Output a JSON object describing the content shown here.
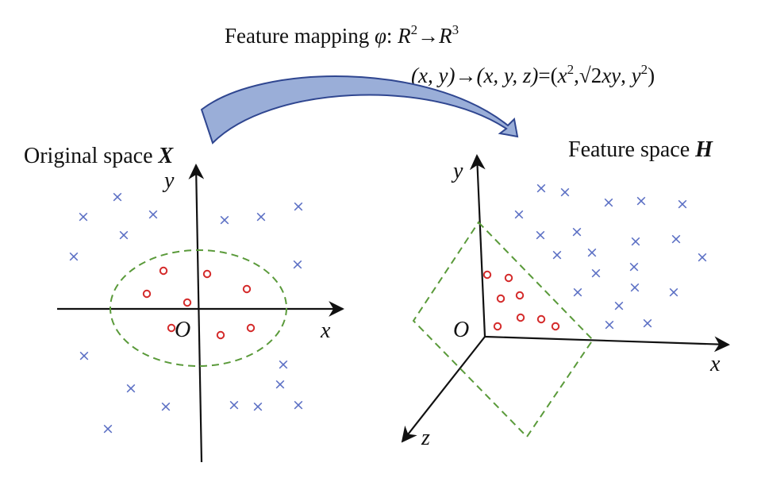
{
  "title": {
    "line1_prefix": "Feature mapping ",
    "line1_phi": "φ",
    "line1_colon": ": ",
    "line1_R1": "R",
    "line1_sup1": "2",
    "line1_arrow": "→",
    "line1_R2": "R",
    "line1_sup2": "3",
    "line2_lhs": "(x, y)",
    "line2_arrow": "→",
    "line2_mid": "(x, y, z)",
    "line2_eq": "=(",
    "line2_x": "x",
    "line2_sup_a": "2",
    "line2_comma1": ",",
    "line2_sqrt2": "√2",
    "line2_xy": "xy",
    "line2_comma2": ", ",
    "line2_y": "y",
    "line2_sup_b": "2",
    "line2_close": ")"
  },
  "left_panel": {
    "label_text": "Original space ",
    "label_symbol": "X",
    "axis_x": "x",
    "axis_y": "y",
    "origin": "O"
  },
  "right_panel": {
    "label_text": "Feature space ",
    "label_symbol": "H",
    "axis_x": "x",
    "axis_y": "y",
    "axis_z": "z",
    "origin": "O"
  },
  "markers": {
    "cross_glyph": "×"
  },
  "colors": {
    "axis": "#111111",
    "cross": "#5b6fc4",
    "circle": "#d42a2a",
    "boundary": "#5a9a3a",
    "arrow_fill": "#9aaed8",
    "arrow_stroke": "#2f4690"
  }
}
